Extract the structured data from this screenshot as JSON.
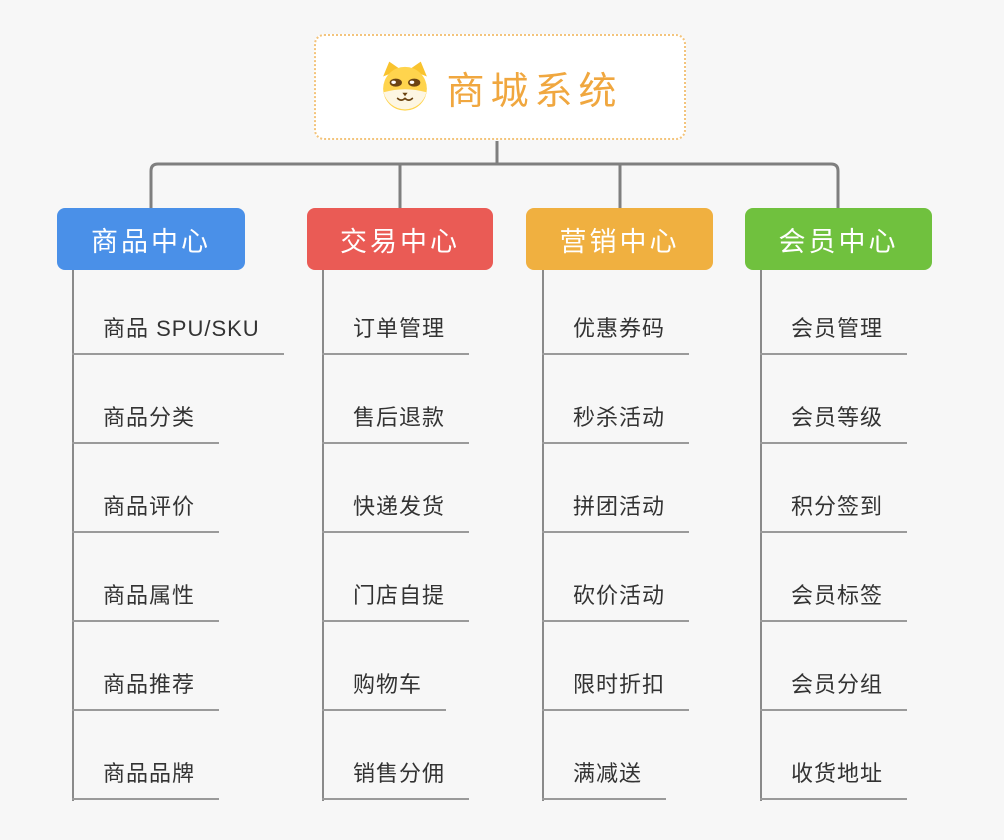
{
  "page": {
    "background": "#f7f7f7"
  },
  "root": {
    "title": "商城系统",
    "icon": "dog-face-icon",
    "title_color": "#f0a73f",
    "border_color": "#f3c47c",
    "background": "#ffffff"
  },
  "connectors": {
    "tree_line_color": "#7f7f7f",
    "branch_line_color": "#8a8a8a",
    "leaf_underline_color": "#9a9a9a"
  },
  "branches": [
    {
      "label": "商品中心",
      "color": "#4a90e8",
      "children": [
        "商品 SPU/SKU",
        "商品分类",
        "商品评价",
        "商品属性",
        "商品推荐",
        "商品品牌"
      ]
    },
    {
      "label": "交易中心",
      "color": "#ea5b55",
      "children": [
        "订单管理",
        "售后退款",
        "快递发货",
        "门店自提",
        "购物车",
        "销售分佣"
      ]
    },
    {
      "label": "营销中心",
      "color": "#f0b040",
      "children": [
        "优惠券码",
        "秒杀活动",
        "拼团活动",
        "砍价活动",
        "限时折扣",
        "满减送"
      ]
    },
    {
      "label": "会员中心",
      "color": "#70c13e",
      "children": [
        "会员管理",
        "会员等级",
        "积分签到",
        "会员标签",
        "会员分组",
        "收货地址"
      ]
    }
  ]
}
